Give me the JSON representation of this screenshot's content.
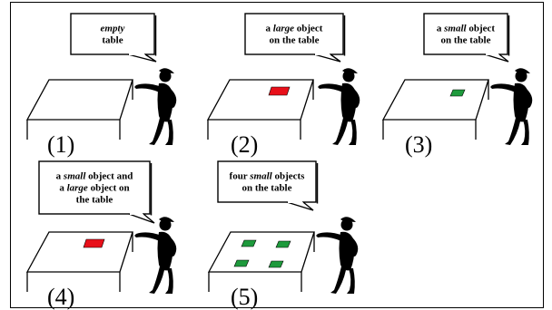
{
  "scenes": [
    {
      "number": "(1)",
      "bubble": [
        [
          {
            "t": "empty",
            "i": true
          }
        ],
        [
          {
            "t": "table",
            "i": false
          }
        ]
      ],
      "objects": []
    },
    {
      "number": "(2)",
      "bubble": [
        [
          {
            "t": "a ",
            "i": false
          },
          {
            "t": "large",
            "i": true
          },
          {
            "t": " object",
            "i": false
          }
        ],
        [
          {
            "t": "on the table",
            "i": false
          }
        ]
      ],
      "objects": [
        "large"
      ]
    },
    {
      "number": "(3)",
      "bubble": [
        [
          {
            "t": "a ",
            "i": false
          },
          {
            "t": "small",
            "i": true
          },
          {
            "t": " object",
            "i": false
          }
        ],
        [
          {
            "t": "on the table",
            "i": false
          }
        ]
      ],
      "objects": [
        "small"
      ]
    },
    {
      "number": "(4)",
      "bubble": [
        [
          {
            "t": "a ",
            "i": false
          },
          {
            "t": "small",
            "i": true
          },
          {
            "t": " object and",
            "i": false
          }
        ],
        [
          {
            "t": "a ",
            "i": false
          },
          {
            "t": "large",
            "i": true
          },
          {
            "t": " object on",
            "i": false
          }
        ],
        [
          {
            "t": "the table",
            "i": false
          }
        ]
      ],
      "objects": [
        "large"
      ]
    },
    {
      "number": "(5)",
      "bubble": [
        [
          {
            "t": "four ",
            "i": false
          },
          {
            "t": "small",
            "i": true
          },
          {
            "t": " objects",
            "i": false
          }
        ],
        [
          {
            "t": "on the table",
            "i": false
          }
        ]
      ],
      "objects": [
        "small",
        "small",
        "small",
        "small"
      ]
    }
  ],
  "colors": {
    "large_object": "#e8101a",
    "small_object": "#1e9a3c",
    "figure": "#000000"
  }
}
